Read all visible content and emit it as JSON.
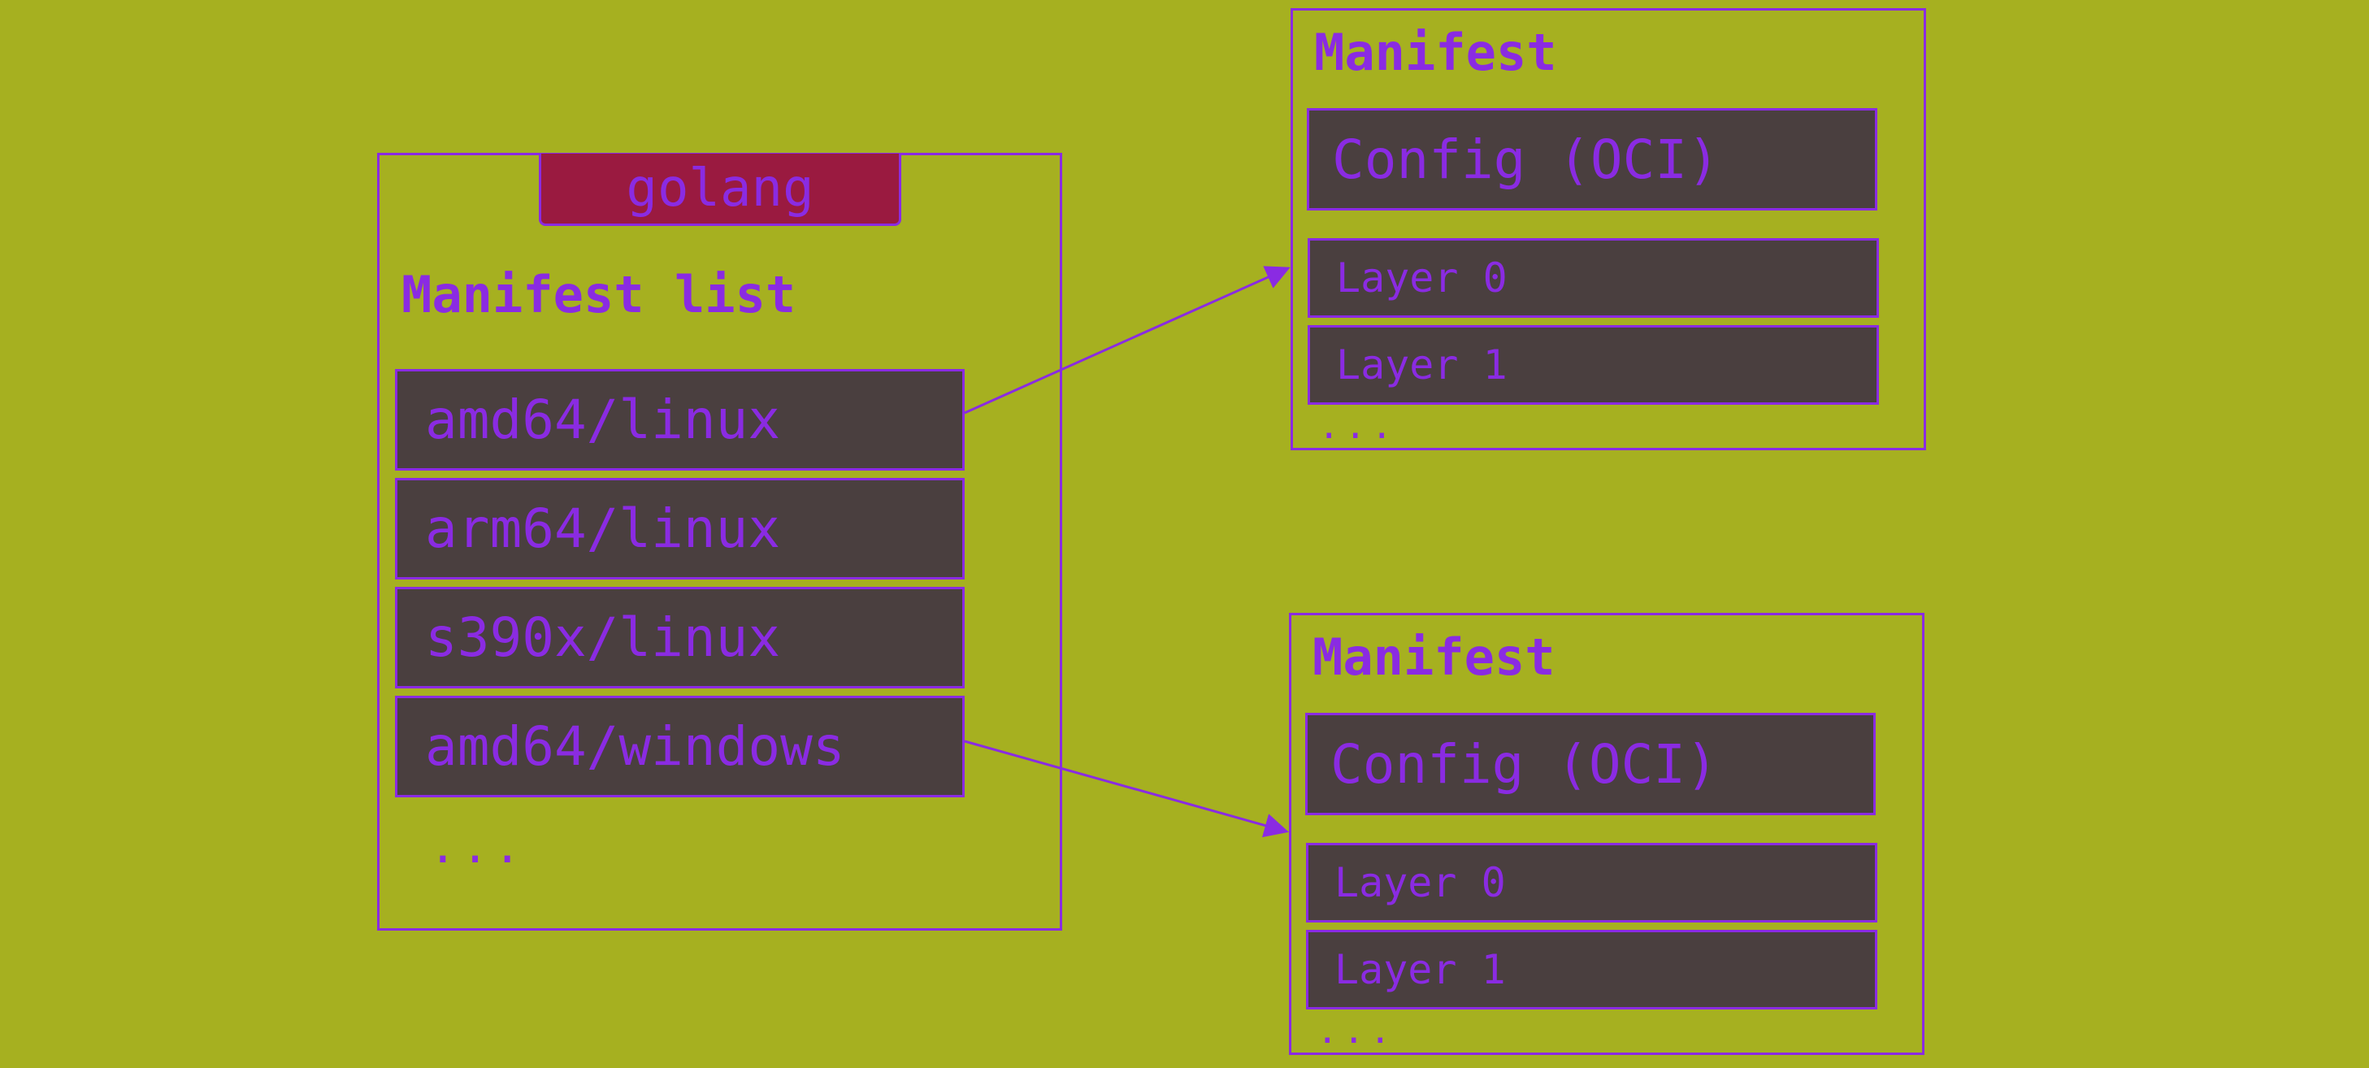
{
  "image_tag": "golang",
  "manifest_list": {
    "title": "Manifest list",
    "platforms": [
      "amd64/linux",
      "arm64/linux",
      "s390x/linux",
      "amd64/windows"
    ],
    "more": "..."
  },
  "manifests": [
    {
      "title": "Manifest",
      "config": "Config (OCI)",
      "layers": [
        "Layer 0",
        "Layer 1"
      ],
      "more": "..."
    },
    {
      "title": "Manifest",
      "config": "Config (OCI)",
      "layers": [
        "Layer 0",
        "Layer 1"
      ],
      "more": "..."
    }
  ],
  "colors": {
    "background": "#a6b020",
    "accent": "#8a2be2",
    "entry_fill": "#4a3f3f",
    "tag_fill": "#9a1a40"
  }
}
